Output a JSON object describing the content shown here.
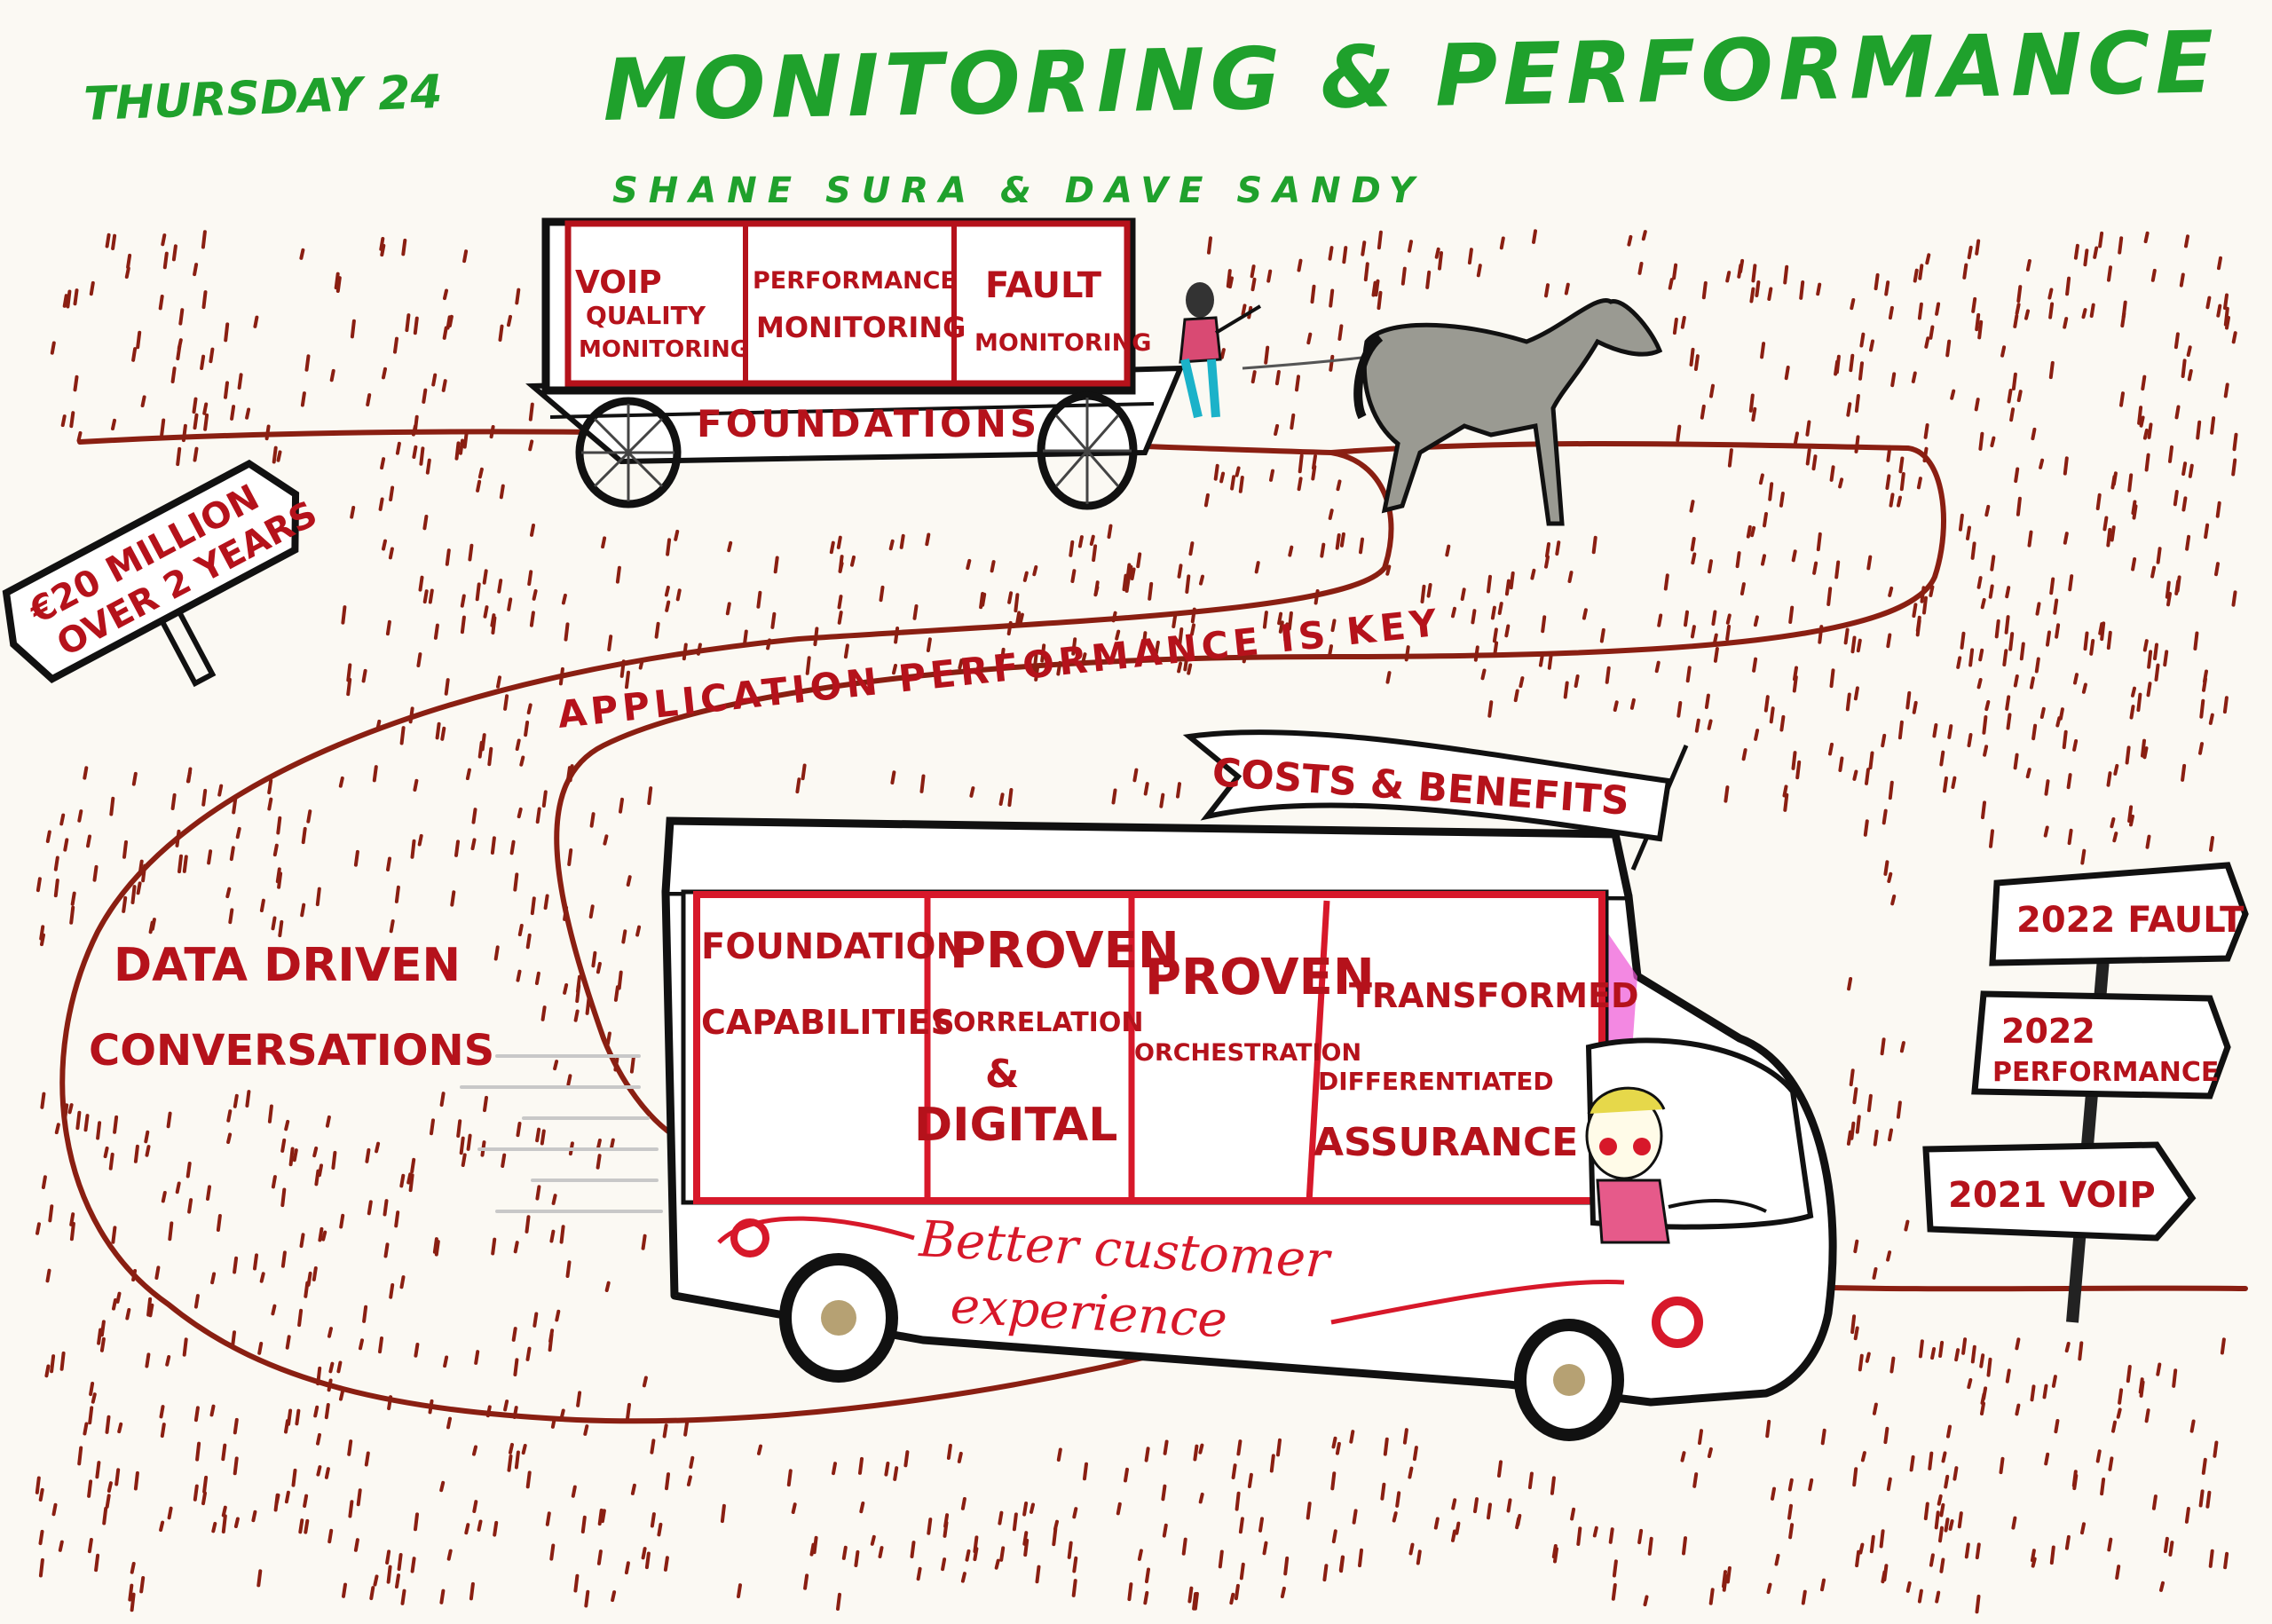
{
  "header": {
    "day": "THURSDAY 24",
    "title": "MONITORING & PERFORMANCE",
    "speakers": "SHANE SURA & DAVE SANDY"
  },
  "wagon": {
    "panels": [
      {
        "lines": [
          "VOIP",
          "QUALITY",
          "MONITORING"
        ]
      },
      {
        "lines": [
          "PERFORMANCE",
          "MONITORING"
        ]
      },
      {
        "lines": [
          "FAULT",
          "MONITORING"
        ]
      }
    ],
    "base_label": "FOUNDATIONS"
  },
  "signpost_left": {
    "lines": [
      "€20 MILLION",
      "OVER 2 YEARS"
    ]
  },
  "road_label": "APPLICATION PERFORMANCE IS KEY",
  "flag_label": "COSTS & BENEFITS",
  "side_note": {
    "lines": [
      "DATA DRIVEN",
      "CONVERSATIONS"
    ]
  },
  "bus": {
    "panels": [
      {
        "lines": [
          "FOUNDATION",
          "CAPABILITIES"
        ]
      },
      {
        "lines": [
          "PROVEN",
          "CORRELATION",
          "&",
          "DIGITAL"
        ]
      },
      {
        "lines": [
          "PROVEN",
          "ORCHESTRATION"
        ]
      },
      {
        "lines": [
          "TRANSFORMED",
          "DIFFERENTIATED",
          "ASSURANCE"
        ]
      }
    ],
    "slogan": [
      "Better customer",
      "experience"
    ]
  },
  "signpost_right": [
    {
      "label": "2022 FAULT"
    },
    {
      "lines": [
        "2022",
        "PERFORMANCE"
      ]
    },
    {
      "label": "2021 VOIP"
    }
  ],
  "colors": {
    "green": "#1fa12c",
    "red": "#b5121b",
    "brown": "#8a1f12",
    "ink": "#111111",
    "paper": "#fbf9f3",
    "pink": "#ee55d6"
  }
}
